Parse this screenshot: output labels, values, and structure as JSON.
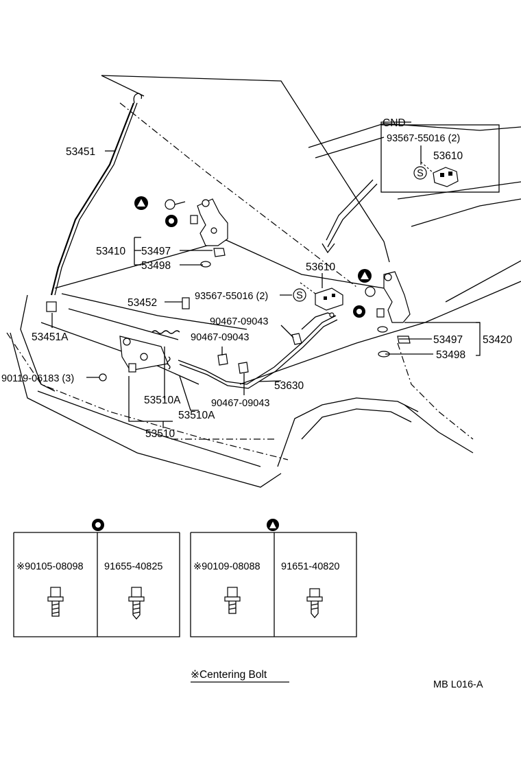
{
  "labels": {
    "l53451": "53451",
    "l53451A": "53451A",
    "l53410": "53410",
    "l53497a": "53497",
    "l53498a": "53498",
    "l53452": "53452",
    "l90119": "90119-06183 (3)",
    "l53510Aa": "53510A",
    "l53510Ab": "53510A",
    "l53510": "53510",
    "l90467a": "90467-09043",
    "l90467b": "90467-09043",
    "l90467c": "90467-09043",
    "l53630": "53630",
    "l53610": "53610",
    "l93567": "93567-55016 (2)",
    "l53497b": "53497",
    "l53420": "53420",
    "l53498b": "53498",
    "cnd": "CND",
    "cnd93567": "93567-55016 (2)",
    "cnd53610": "53610",
    "s_mark": "S",
    "s_mark2": "S"
  },
  "bolt_groups": {
    "circle_group": {
      "symbol": "circle-mark",
      "items": [
        {
          "part": "※90105-08098"
        },
        {
          "part": "91655-40825"
        }
      ]
    },
    "triangle_group": {
      "symbol": "triangle-mark",
      "items": [
        {
          "part": "※90109-08088"
        },
        {
          "part": "91651-40820"
        }
      ]
    }
  },
  "footnote": "※Centering Bolt",
  "code": "MB  L016-A"
}
